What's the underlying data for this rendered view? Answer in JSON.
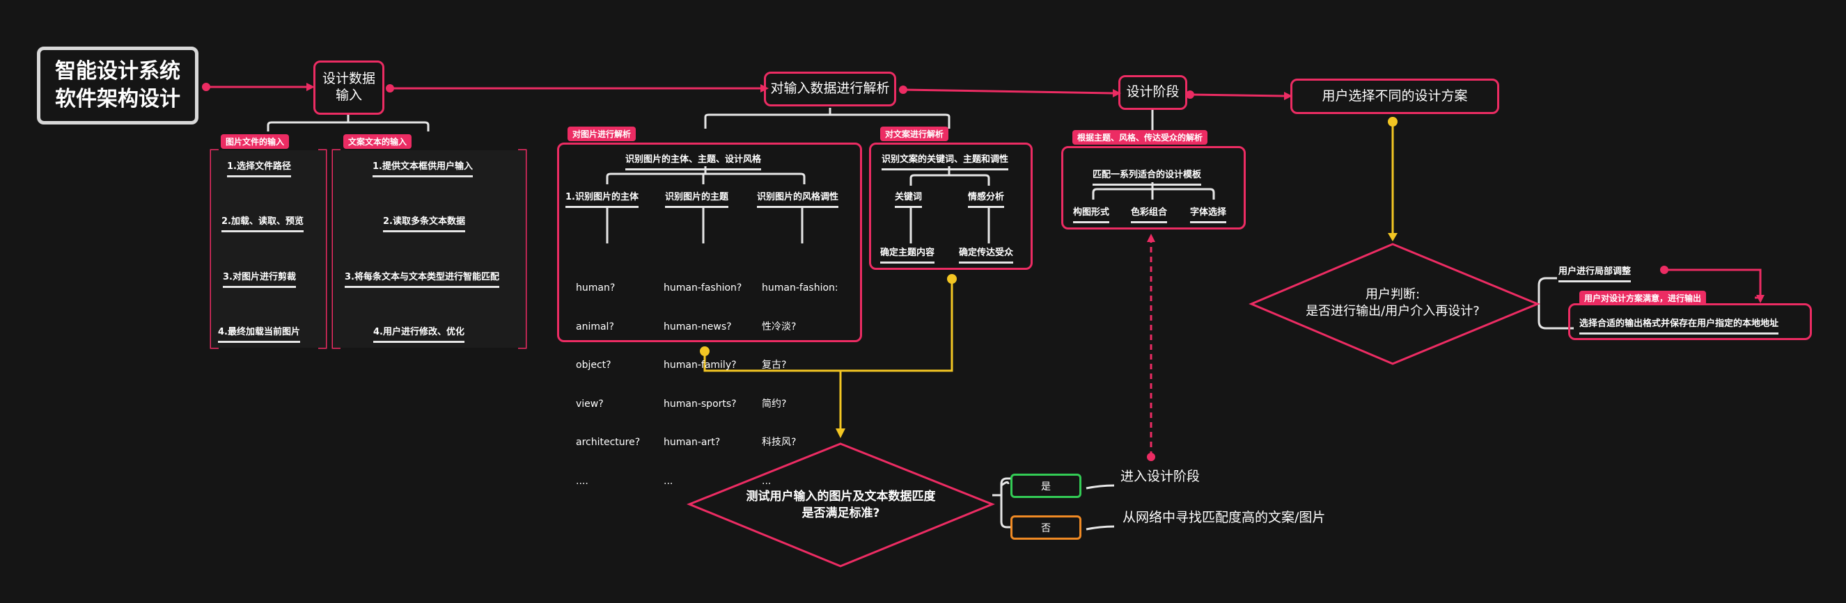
{
  "colors": {
    "bg": "#151515",
    "accent": "#ec2c63",
    "yellow": "#f3c623",
    "green": "#33cc55",
    "orange": "#f08a24",
    "line": "#e6e6e6"
  },
  "title": {
    "line1": "智能设计系统",
    "line2": "软件架构设计"
  },
  "input": {
    "label_line1": "设计数据",
    "label_line2": "输入",
    "image_tag": "图片文件的输入",
    "image_steps": [
      "1.选择文件路径",
      "2.加载、读取、预览",
      "3.对图片进行剪裁",
      "4.最终加载当前图片"
    ],
    "text_tag": "文案文本的输入",
    "text_steps": [
      "1.提供文本框供用户输入",
      "2.读取多条文本数据",
      "3.将每条文本与文本类型进行智能匹配",
      "4.用户进行修改、优化"
    ]
  },
  "parse": {
    "title": "对输入数据进行解析",
    "image_tag": "对图片进行解析",
    "image_header": "识别图片的主体、主题、设计风格",
    "image_columns": [
      {
        "label": "1.识别图片的主体",
        "items": [
          "human?",
          "animal?",
          "object?",
          "view?",
          "architecture?",
          "...."
        ]
      },
      {
        "label": "识别图片的主题",
        "items": [
          "human-fashion?",
          "human-news?",
          "human-family?",
          "human-sports?",
          "human-art?",
          "..."
        ]
      },
      {
        "label": "识别图片的风格调性",
        "items": [
          "human-fashion:",
          "性冷淡?",
          "复古?",
          "简约?",
          "科技风?",
          "..."
        ]
      }
    ],
    "text_tag": "对文案进行解析",
    "text_header": "识别文案的关键词、主题和调性",
    "text_columns": [
      {
        "label": "关键词",
        "result": "确定主题内容"
      },
      {
        "label": "情感分析",
        "result": "确定传达受众"
      }
    ]
  },
  "check": {
    "question_line1": "测试用户输入的图片及文本数据匹度",
    "question_line2": "是否满足标准?",
    "yes_label": "是",
    "no_label": "否",
    "yes_result": "进入设计阶段",
    "no_result": "从网络中寻找匹配度高的文案/图片"
  },
  "design": {
    "title": "设计阶段",
    "tag": "根据主题、风格、传达受众的解析",
    "header": "匹配一系列适合的设计模板",
    "options": [
      "构图形式",
      "色彩组合",
      "字体选择"
    ]
  },
  "choose": {
    "title": "用户选择不同的设计方案"
  },
  "judge": {
    "question_line1": "用户判断:",
    "question_line2": "是否进行输出/用户介入再设计?",
    "adjust_label": "用户进行局部调整",
    "satisfied_tag": "用户对设计方案满意，进行输出",
    "output_label": "选择合适的输出格式并保存在用户指定的本地地址"
  }
}
